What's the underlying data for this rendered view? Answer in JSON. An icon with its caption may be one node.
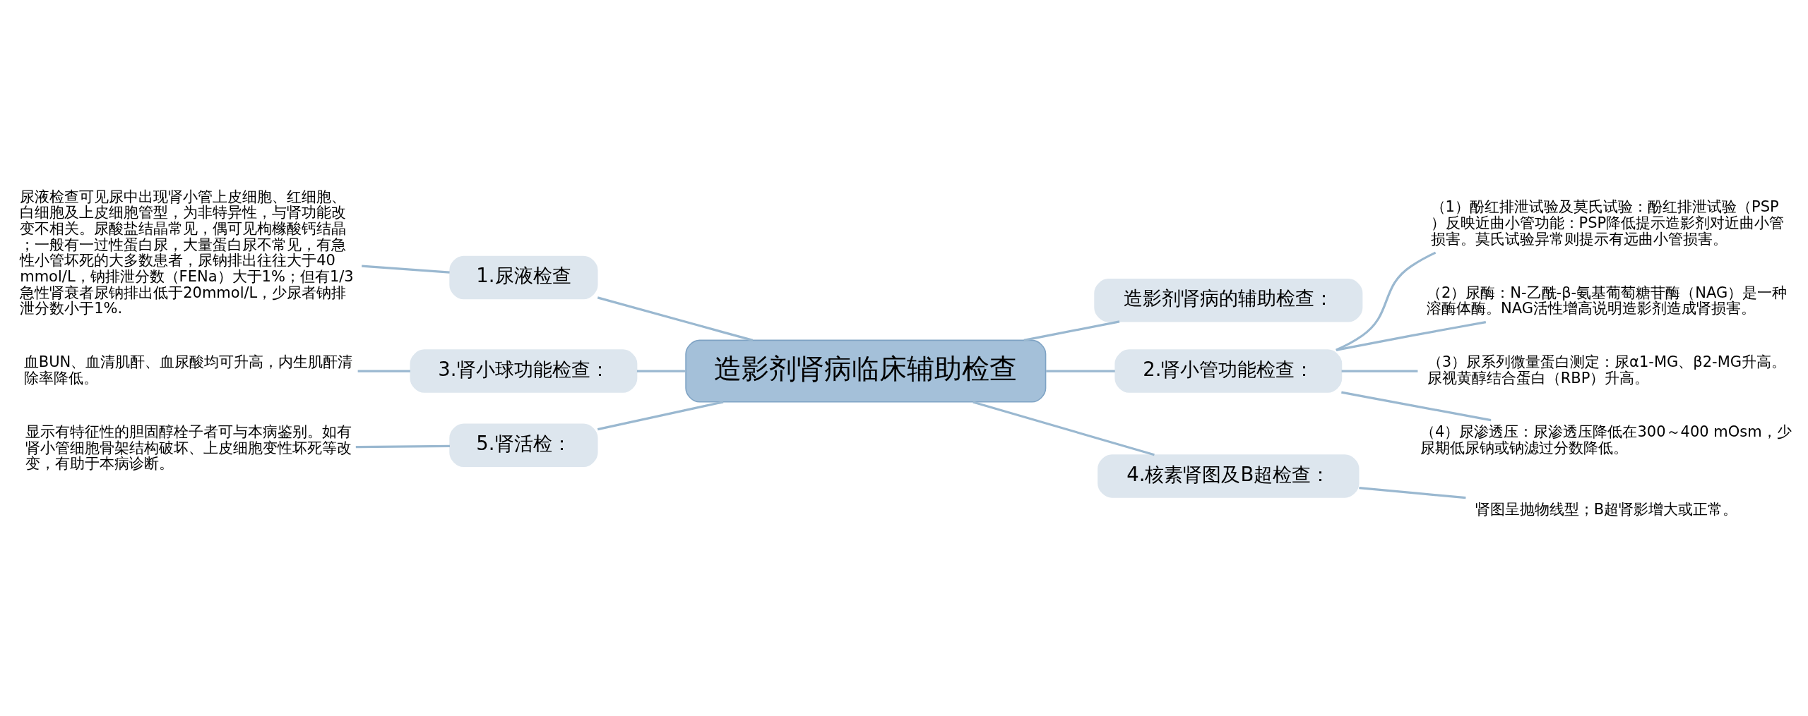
{
  "diagram": {
    "nodes": [
      {
        "text": [
          "造影剂肾病临床辅助检查"
        ]
      },
      {
        "text": [
          "1.尿液检查"
        ]
      },
      {
        "text": [
          "尿液检查可见尿中出现肾小管上皮细胞、红细胞、白细胞及上皮细胞管型，为非特异性，与肾功能改变不相关。尿酸盐结晶常见，偶可见枸橼酸钙结晶；一般有一过性蛋白尿，大量蛋白尿不常见，有急性小管坏死的大多数患者，尿钠排出往往大于40 mmol/L，钠排泄分数（FENa）大于1%；但有1/3急性肾衰者尿钠排出低于20mmol/L，少尿者钠排泄分数小于1%."
        ]
      },
      {
        "text": [
          "3.肾小球功能检查："
        ]
      },
      {
        "text": [
          "血BUN、血清肌酐、血尿酸均可升高，内生肌酐清除率降低。"
        ]
      },
      {
        "text": [
          "5.肾活检："
        ]
      },
      {
        "text": [
          "显示有特征性的胆固醇栓子者可与本病鉴别。如有肾小管细胞骨架结构破坏、上皮细胞变性坏死等改变，有助于本病诊断。"
        ]
      },
      {
        "text": [
          "造影剂肾病的辅助检查："
        ]
      },
      {
        "text": [
          "2.肾小管功能检查："
        ]
      },
      {
        "text": [
          "（1）酚红排泄试验及莫氏试验：酚红排泄试验（PSP）反映近曲小管功能：PSP降低提示造影剂对近曲小管损害。莫氏试验异常则提示有远曲小管损害。"
        ]
      },
      {
        "text": [
          "（2）尿酶：N-乙酰-β-氨基葡萄糖苷酶（NAG）是一种溶酶体酶。NAG活性增高说明造影剂造成肾损害。"
        ]
      },
      {
        "text": [
          "（3）尿系列微量蛋白测定：尿α1-MG、β2-MG升高。尿视黄醇结合蛋白（RBP）升高。"
        ]
      },
      {
        "text": [
          "（4）尿渗透压：尿渗透压降低在300～400 mOsm，少尿期低尿钠或钠滤过分数降低。"
        ]
      },
      {
        "text": [
          "4.核素肾图及B超检查："
        ]
      },
      {
        "text": [
          "肾图呈抛物线型；B超肾影增大或正常。"
        ]
      }
    ],
    "edges": [
      {
        "from": 0,
        "to": 1,
        "arrow": "none"
      },
      {
        "from": 1,
        "to": 2,
        "arrow": "none"
      },
      {
        "from": 0,
        "to": 3,
        "arrow": "none"
      },
      {
        "from": 3,
        "to": 4,
        "arrow": "none"
      },
      {
        "from": 0,
        "to": 5,
        "arrow": "none"
      },
      {
        "from": 5,
        "to": 6,
        "arrow": "none"
      },
      {
        "from": 0,
        "to": 7,
        "arrow": "none"
      },
      {
        "from": 0,
        "to": 8,
        "arrow": "none"
      },
      {
        "from": 8,
        "to": 9,
        "arrow": "none"
      },
      {
        "from": 8,
        "to": 10,
        "arrow": "none"
      },
      {
        "from": 8,
        "to": 11,
        "arrow": "none"
      },
      {
        "from": 8,
        "to": 12,
        "arrow": "none"
      },
      {
        "from": 0,
        "to": 13,
        "arrow": "none"
      },
      {
        "from": 13,
        "to": 14,
        "arrow": "none"
      }
    ]
  }
}
